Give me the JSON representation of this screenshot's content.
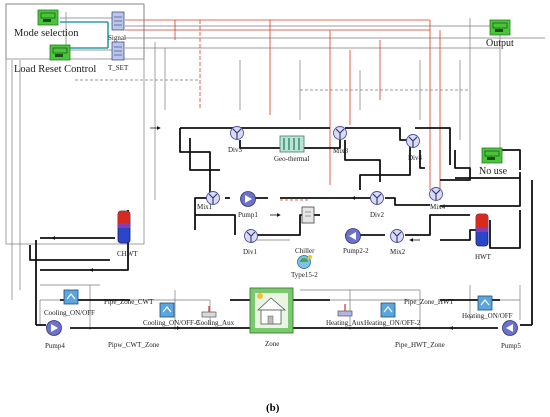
{
  "diagram": {
    "components": {
      "mode_selection": "Mode selection",
      "load_reset_control": "Load Reset Control",
      "signal": "Signal",
      "t_set": "T_SET",
      "output": "Output",
      "no_use": "No use",
      "div3": "Div3",
      "geo_thermal": "Geo-thermal",
      "mix3": "Mix3",
      "div4": "Div4",
      "mix1": "Mix1",
      "pump1": "Pump1",
      "div2": "Div2",
      "mix4": "Mix4",
      "chwt": "CHWT",
      "div1": "Div1",
      "pump2_2": "Pump2-2",
      "mix2": "Mix2",
      "hwt": "HWT",
      "chiller": "Chiller",
      "type15_2": "Type15-2",
      "cooling_on_off": "Cooling_ON/OFF",
      "pipe_zone_cwt": "Pipe_Zone_CWT",
      "cooling_on_off_3": "Cooling_ON/OFF-3",
      "cooling_aux": "Cooling_Aux",
      "heating_aux": "Heating_Aux",
      "heating_on_off_2": "Heating_ON/OFF-2",
      "pipe_zone_hwt": "Pipe_Zone_HWT",
      "heating_on_off": "Heating_ON/OFF",
      "pump4": "Pump4",
      "pipw_cwt_zone": "Pipw_CWT_Zone",
      "zone": "Zone",
      "pipe_hwt_zone": "Pipe_HWT_Zone",
      "pump5": "Pump5"
    },
    "caption": "(b)"
  },
  "colors": {
    "pipe": "#111111",
    "control_red": "#d93a2b",
    "signal_grey": "#7a7a7a",
    "pump_fill": "#6b72c8",
    "valve_fill": "#8a8fd6",
    "controller_green": "#49c43b",
    "tank_red": "#d62a1e",
    "tank_blue": "#2a47c9",
    "zone_green": "#4fbf4a"
  }
}
